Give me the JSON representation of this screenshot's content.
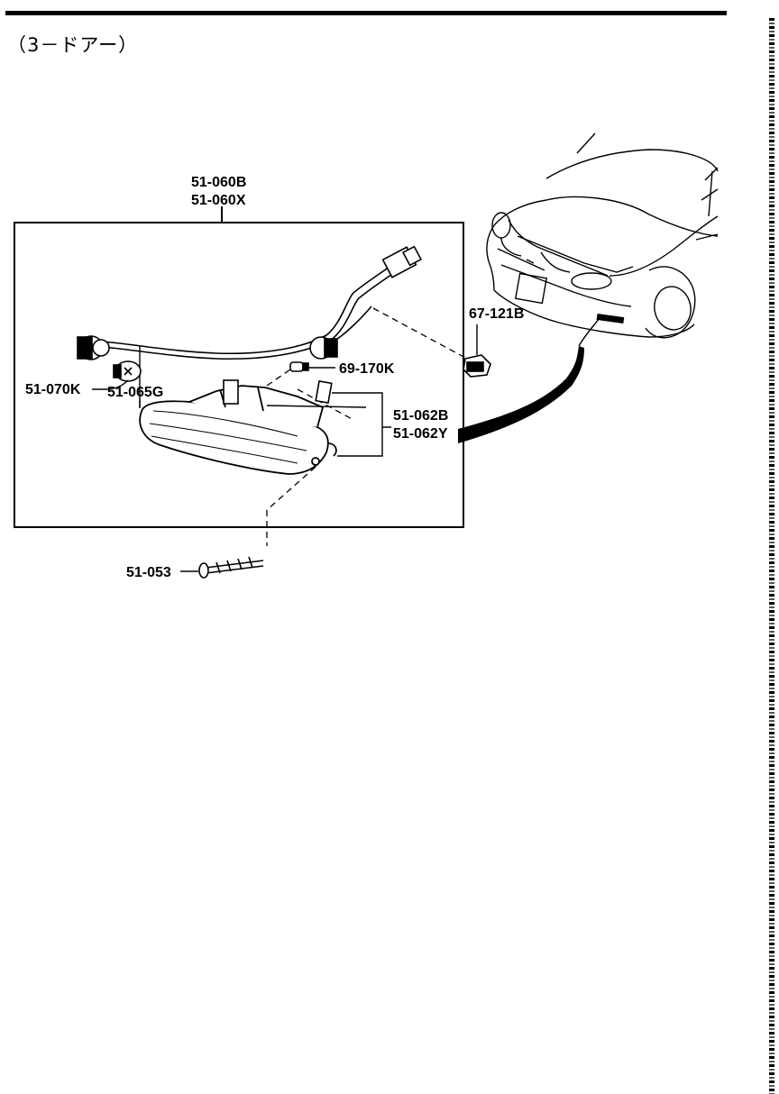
{
  "header": {
    "variant": "（3－ドアー）"
  },
  "diagram": {
    "assembly_labels": [
      "51-060B",
      "51-060X"
    ],
    "parts": {
      "harness": "51-065G",
      "bulb": "51-070K",
      "side_bulb": "69-170K",
      "lens_labels": [
        "51-062B",
        "51-062Y"
      ],
      "clip": "67-121B",
      "screw": "51-053"
    }
  }
}
